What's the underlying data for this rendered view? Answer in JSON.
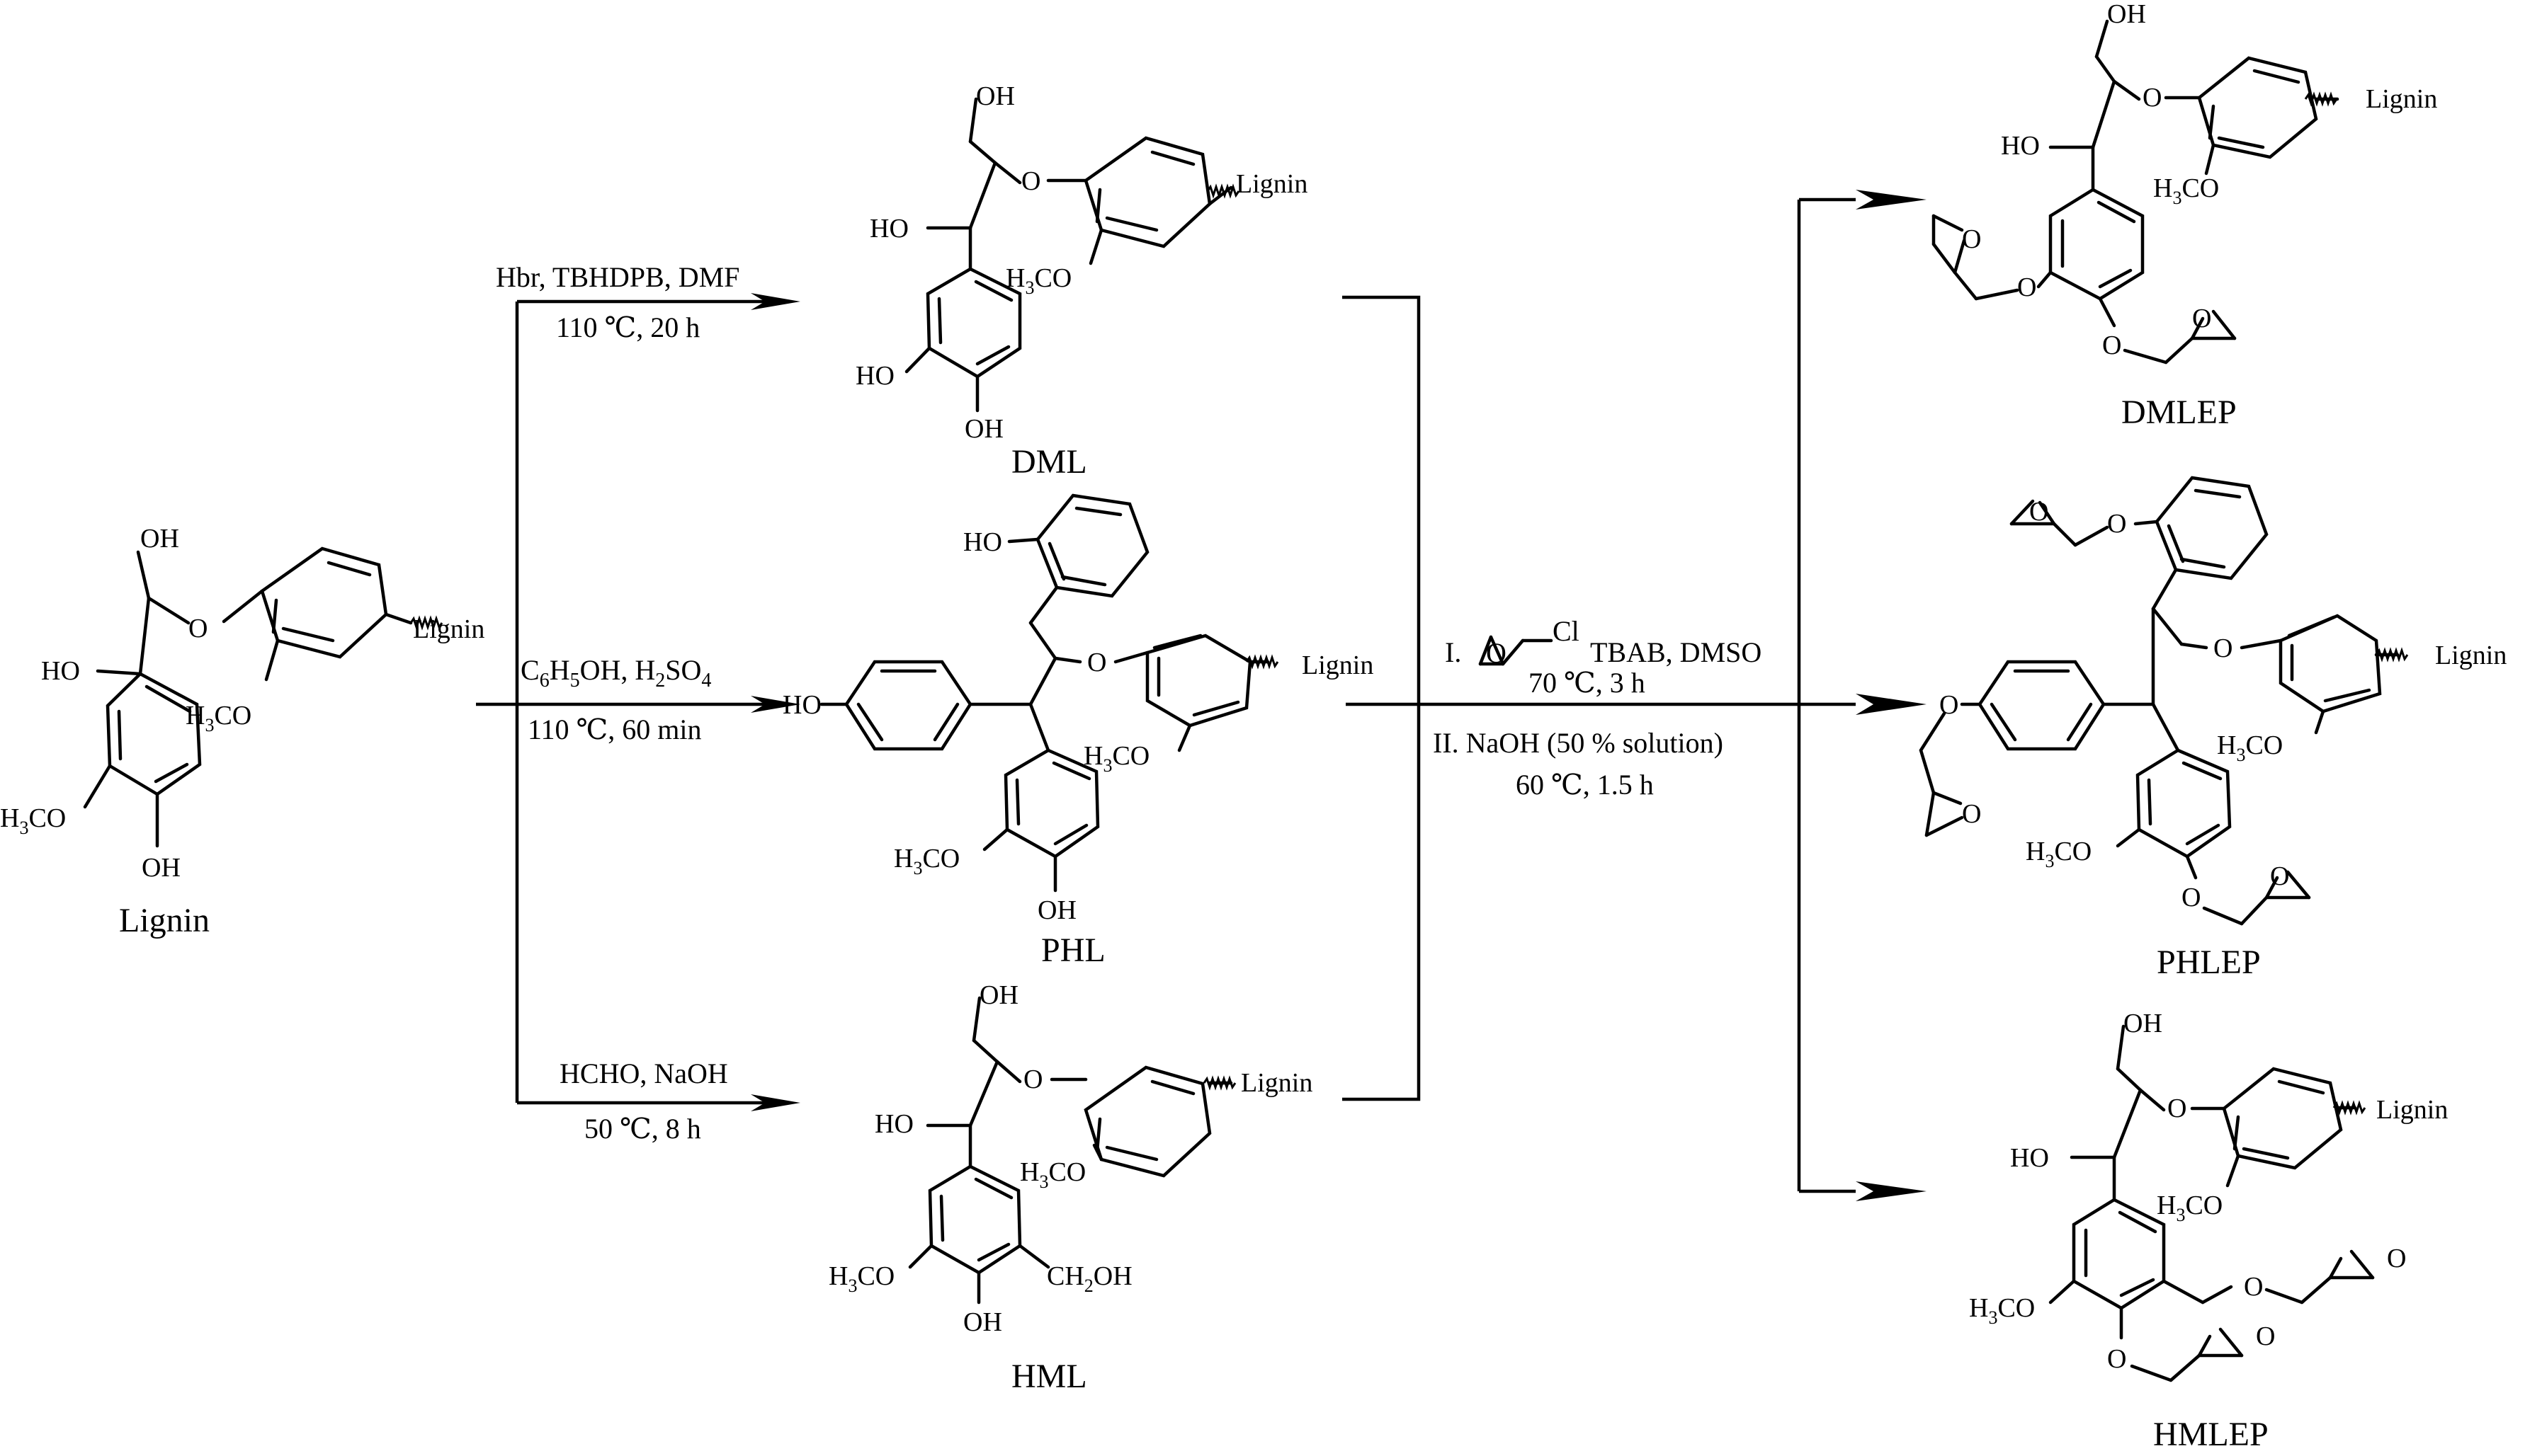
{
  "colors": {
    "ink": "#000000",
    "background": "#ffffff"
  },
  "start": {
    "name": "Lignin"
  },
  "labels": {
    "OH": "OH",
    "HO": "HO",
    "O": "O",
    "H3CO": "H3CO",
    "lignin": "Lignin",
    "CH2OH": "CH2OH"
  },
  "routes": [
    {
      "reagents": "Hbr, TBHDPB, DMF",
      "conditions": "110 ℃, 20 h",
      "product": "DML"
    },
    {
      "reagents": "C6H5OH, H2SO4",
      "conditions": "110 ℃, 60 min",
      "product": "PHL"
    },
    {
      "reagents": "HCHO, NaOH",
      "conditions": "50 ℃, 8 h",
      "product": "HML"
    }
  ],
  "epoxidation": {
    "step1_prefix": "I.",
    "step1_cl": "Cl",
    "step1_reagents": "TBAB, DMSO",
    "step1_conditions": "70 ℃, 3 h",
    "step2_reagents": "II. NaOH (50 % solution)",
    "step2_conditions": "60 ℃, 1.5 h"
  },
  "products": [
    "DMLEP",
    "PHLEP",
    "HMLEP"
  ]
}
